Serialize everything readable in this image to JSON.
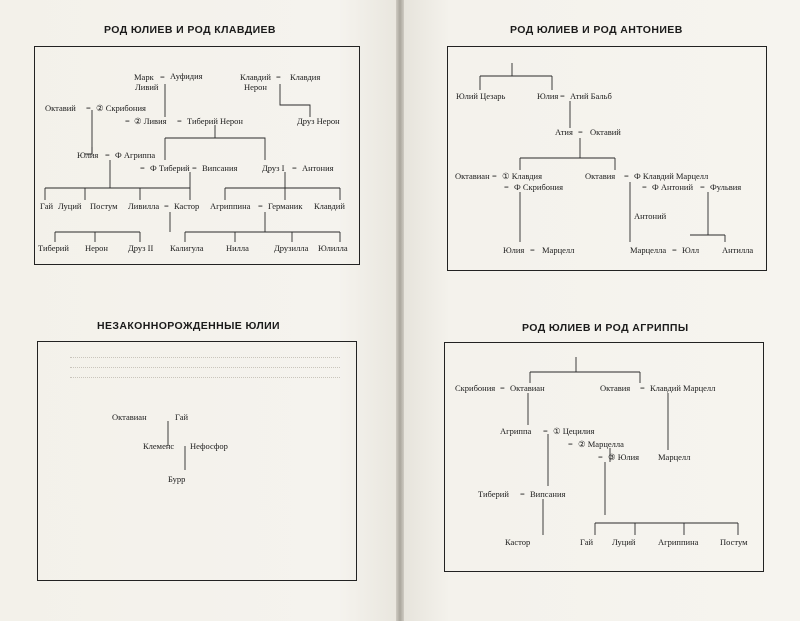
{
  "titles": {
    "t1": "РОД ЮЛИЕВ И РОД КЛАВДИЕВ",
    "t2": "РОД ЮЛИЕВ И РОД АНТОНИЕВ",
    "t3": "НЕЗАКОННОРОЖДЕННЫЕ ЮЛИИ",
    "t4": "РОД ЮЛИЕВ И РОД АГРИППЫ"
  },
  "d1": {
    "mark": "Марк",
    "livij": "Ливий",
    "eq1": "=",
    "aufidia": "Ауфидия",
    "klavdij": "Клавдий",
    "eq2": "=",
    "klavdiya": "Клавдия",
    "neron": "Нерон",
    "oktavij": "Октавий",
    "eq3": "=",
    "skribonia": "② Скрибония",
    "eq4": "=",
    "livia": "② Ливия",
    "eq5": "=",
    "tiberij": "Тиберий Нерон",
    "druz_neron": "Друз Нерон",
    "yulia": "Юлия",
    "eq6": "=",
    "agrippa": "Ф Агриппа",
    "eq7": "=",
    "tiberij2": "Ф Тиберий",
    "eq8": "=",
    "vipsania": "Випсания",
    "druz1": "Друз I",
    "eq9": "=",
    "antonia": "Антония",
    "gaj": "Гай",
    "lucij": "Луций",
    "postum": "Постум",
    "livilla": "Ливилла",
    "eq10": "=",
    "kastor": "Кастор",
    "agrippina": "Агриппина",
    "eq11": "=",
    "germanik": "Германик",
    "klavdij2": "Клавдий",
    "tiberij3": "Тиберий",
    "neron2": "Нерон",
    "druz2": "Друз II",
    "kaligula": "Калигула",
    "nilla": "Нилла",
    "druzilla": "Друзилла",
    "yulilla": "Юлилла"
  },
  "d2": {
    "yulij": "Юлий Цезарь",
    "yulia": "Юлия",
    "eq1": "=",
    "atij": "Атий Бальб",
    "atia": "Атия",
    "eq2": "=",
    "oktavij": "Октавий",
    "oktavian": "Октавиан",
    "eq3": "=",
    "klavdia": "① Клавдия",
    "eq4": "=",
    "skribonia": "Ф Скрибония",
    "oktavia": "Октавия",
    "eq5": "=",
    "klavdij_marcell": "Ф Клавдий Марцелл",
    "eq6": "=",
    "antonij": "Ф Антоний",
    "eq7": "=",
    "fulvia": "Фульвия",
    "antonij2": "Антоний",
    "yulia2": "Юлия",
    "eq8": "=",
    "marcell": "Марцелл",
    "marcella": "Марцелла",
    "eq9": "=",
    "yull": "Юлл",
    "antilla": "Антилла"
  },
  "d3": {
    "oktavian": "Октавиан",
    "gaj": "Гай",
    "klemens": "Клеменс",
    "nefosfor": "Нефосфор",
    "burr": "Бурр"
  },
  "d4": {
    "skribonia": "Скрибония",
    "eq1": "=",
    "oktavian": "Октавиан",
    "oktavia": "Октавия",
    "eq2": "=",
    "klavdij": "Клавдий Марцелл",
    "agrippa": "Агриппа",
    "eq3": "=",
    "cecilia": "① Цецилия",
    "eq4": "=",
    "marcella": "② Марцелла",
    "eq5": "=",
    "yulia": "③ Юлия",
    "marcell": "Марцелл",
    "tiberij": "Тиберий",
    "eq6": "=",
    "vipsania": "Випсания",
    "kastor": "Кастор",
    "gaj": "Гай",
    "lucij": "Луций",
    "agrippina": "Агриппина",
    "postum": "Постум"
  }
}
